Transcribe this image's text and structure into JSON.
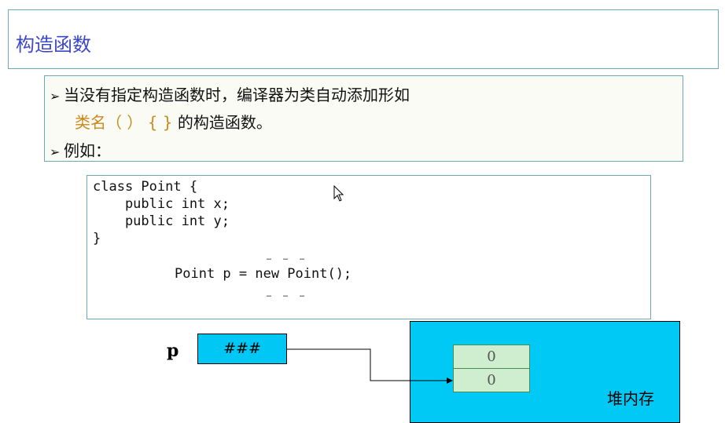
{
  "slide": {
    "title": "构造函数",
    "bullets": {
      "line1": "当没有指定构造函数时，编译器为类自动添加形如",
      "line2_highlight": "类名（ ） { }",
      "line2_rest": "的构造函数。",
      "line3": "例如："
    },
    "code": {
      "line1": "class Point {",
      "line2": "    public int x;",
      "line3": "    public int y;",
      "line4": "}",
      "ellipsis1": "…  …  …",
      "line5": "Point p = new Point();",
      "ellipsis2": "…  …  …"
    },
    "diagram": {
      "variable_label": "p",
      "reference_value": "###",
      "field_x": "0",
      "field_y": "0",
      "heap_label": "堆内存"
    }
  },
  "colors": {
    "title": "#3b47c8",
    "highlight": "#c98a1c",
    "heap_bg": "#00c9f5",
    "field_bg": "#cfeecf"
  }
}
